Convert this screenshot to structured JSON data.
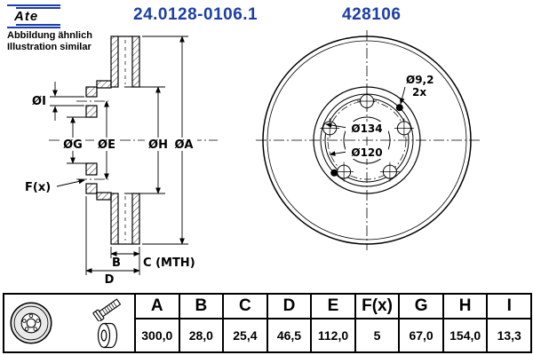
{
  "header": {
    "brand": "Ate",
    "part_number": "24.0128-0106.1",
    "ref_number": "428106",
    "note_line1": "Abbildung ähnlich",
    "note_line2": "Illustration similar"
  },
  "drawing": {
    "labels": {
      "dia_i": "ØI",
      "dia_g": "ØG",
      "dia_e": "ØE",
      "dia_h": "ØH",
      "dia_a": "ØA",
      "f_x": "F(x)",
      "b": "B",
      "c_mth": "C (MTH)",
      "d": "D",
      "pin_holes": "Ø9,2",
      "pin_holes_count": "2x",
      "circle_134": "Ø134",
      "circle_120": "Ø120"
    }
  },
  "table": {
    "columns": [
      "A",
      "B",
      "C",
      "D",
      "E",
      "F(x)",
      "G",
      "H",
      "I"
    ],
    "values": [
      "300,0",
      "28,0",
      "25,4",
      "46,5",
      "112,0",
      "5",
      "67,0",
      "154,0",
      "13,3"
    ]
  },
  "colors": {
    "accent_blue": "#1c3ea8"
  }
}
